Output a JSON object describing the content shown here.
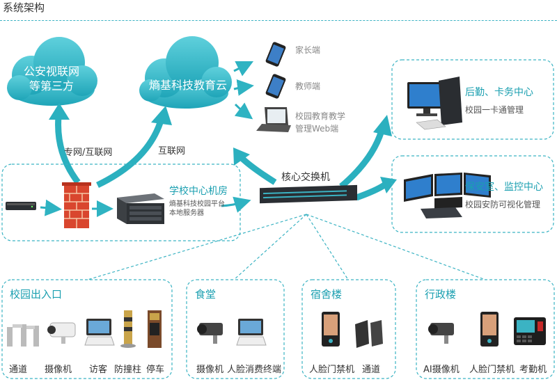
{
  "title": "系统架构",
  "clouds": {
    "left": {
      "line1": "公安视联网",
      "line2": "等第三方"
    },
    "right": {
      "text": "熵基科技教育云"
    }
  },
  "links": {
    "left": "专网/互联网",
    "right": "互联网"
  },
  "clients": [
    {
      "label": "家长端"
    },
    {
      "label": "教师端"
    },
    {
      "label": "校园教育教学",
      "label2": "管理Web端"
    }
  ],
  "core_switch": "核心交换机",
  "server_room": {
    "title": "学校中心机房",
    "line1": "熵基科技校园平台",
    "line2": "本地服务器"
  },
  "right_panels": [
    {
      "title": "后勤、卡务中心",
      "subtitle": "校园一卡通管理"
    },
    {
      "title": "保安室、监控中心",
      "subtitle": "校园安防可视化管理"
    }
  ],
  "zones": [
    {
      "title": "校园出入口",
      "items": [
        "通道",
        "摄像机",
        "访客",
        "防撞柱",
        "停车"
      ]
    },
    {
      "title": "食堂",
      "items": [
        "摄像机",
        "人脸消费终端"
      ]
    },
    {
      "title": "宿舍楼",
      "items": [
        "人脸门禁机",
        "通道"
      ]
    },
    {
      "title": "行政楼",
      "items": [
        "AI摄像机",
        "人脸门禁机",
        "考勤机"
      ]
    }
  ],
  "colors": {
    "accent": "#1a9fb0",
    "cloud": "#3cb8c8",
    "dash": "#3bb3c3"
  }
}
